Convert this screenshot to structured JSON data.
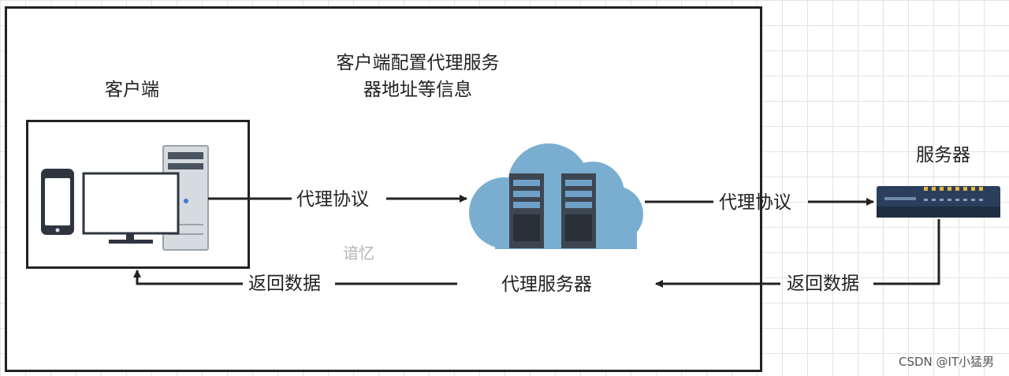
{
  "texts": {
    "config_note_line1": "客户端配置代理服务",
    "config_note_line2": "器地址等信息",
    "client_label": "客户端",
    "server_label": "服务器",
    "proxy_server_label": "代理服务器",
    "proxy_protocol_left": "代理协议",
    "proxy_protocol_right": "代理协议",
    "return_data_left": "返回数据",
    "return_data_right": "返回数据",
    "watermark_center": "谙忆",
    "watermark_corner": "CSDN @IT小猛男"
  },
  "icons": {
    "client_devices": [
      "phone-icon",
      "monitor-icon",
      "desktop-tower-icon"
    ],
    "proxy": "cloud-servers-icon",
    "server": "network-switch-icon"
  },
  "colors": {
    "cloud": "#7aaed0",
    "server_rack": "#3d4650",
    "switch_body": "#2b3f5c",
    "switch_led": "#e7b342",
    "line": "#222222"
  }
}
